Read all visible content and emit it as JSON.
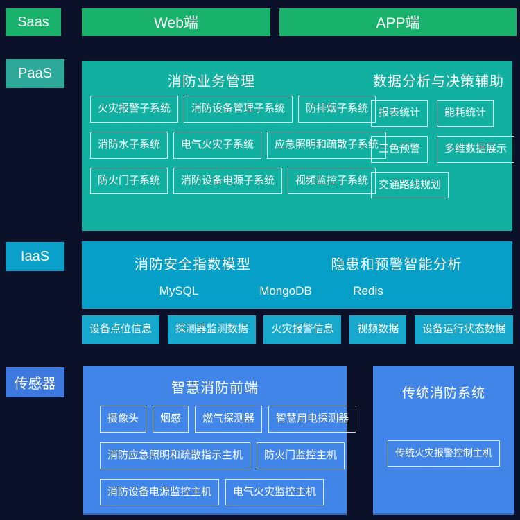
{
  "palette": {
    "background": "#0a1128",
    "green": "#18b26c",
    "teal_label": "#2da99a",
    "teal_box": "#12b0a0",
    "cyan_label": "#0aa0ca",
    "cyan_box": "#069fc8",
    "cyan_chip": "#16a8cd",
    "blue_label": "#3c78de",
    "blue_box": "#4285e8",
    "text": "#ffffff"
  },
  "saas_row": {
    "label": "Saas",
    "web": "Web端",
    "app": "APP端"
  },
  "paas": {
    "label": "PaaS",
    "business": {
      "title": "消防业务管理",
      "rows": [
        [
          "火灾报警子系统",
          "消防设备管理子系统",
          "防排烟子系统"
        ],
        [
          "消防水子系统",
          "电气火灾子系统",
          "应急照明和疏散子系统"
        ],
        [
          "防火门子系统",
          "消防设备电源子系统",
          "视频监控子系统"
        ]
      ]
    },
    "analysis": {
      "title": "数据分析与决策辅助",
      "rows": [
        [
          "报表统计",
          "能耗统计"
        ],
        [
          "三色预警",
          "多维数据展示"
        ],
        [
          "交通路线规划"
        ]
      ]
    }
  },
  "iaas": {
    "label": "IaaS",
    "left_title": "消防安全指数模型",
    "right_title": "隐患和预警智能分析",
    "databases": [
      "MySQL",
      "MongoDB",
      "Redis"
    ],
    "data_chips": [
      "设备点位信息",
      "探测器监测数据",
      "火灾报警信息",
      "视频数据",
      "设备运行状态数据"
    ]
  },
  "sensors": {
    "label": "传感器",
    "smart": {
      "title": "智慧消防前端",
      "rows": [
        [
          "摄像头",
          "烟感",
          "燃气探测器",
          "智慧用电探测器"
        ],
        [
          "消防应急照明和疏散指示主机",
          "防火门监控主机"
        ],
        [
          "消防设备电源监控主机",
          "电气火灾监控主机"
        ]
      ]
    },
    "traditional": {
      "title": "传统消防系统",
      "chip": "传统火灾报警控制主机"
    }
  }
}
